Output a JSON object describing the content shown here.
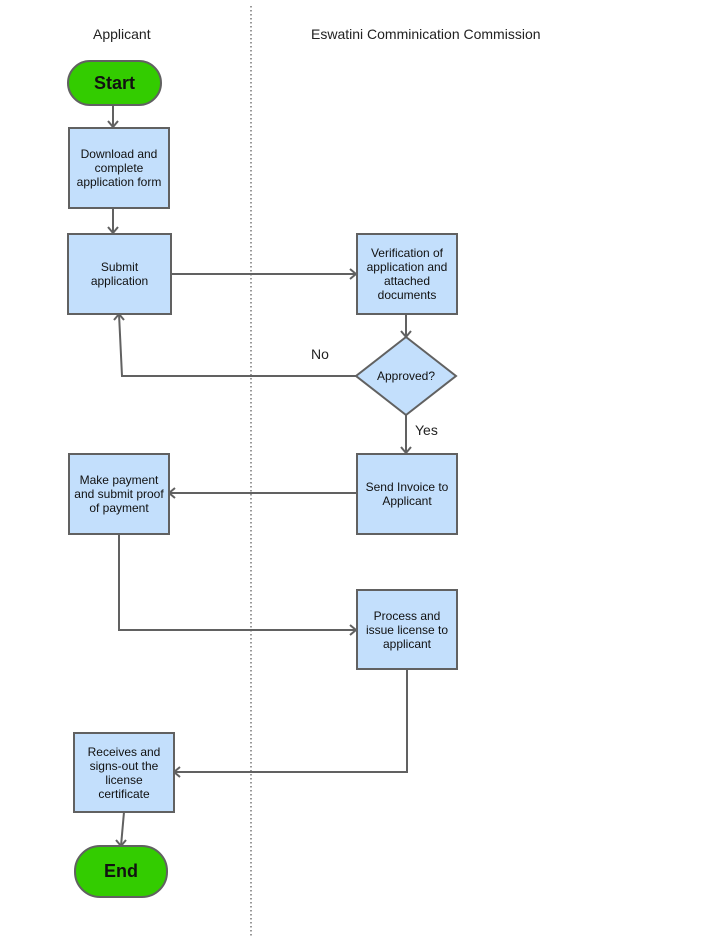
{
  "lanes": {
    "applicant": "Applicant",
    "commission": "Eswatini Comminication Commission"
  },
  "nodes": {
    "start": "Start",
    "download": "Download and complete application form",
    "submit": "Submit application",
    "verification": "Verification of application and attached documents",
    "approved": "Approved?",
    "invoice": "Send Invoice to Applicant",
    "payment": "Make payment and submit proof of payment",
    "process": "Process and issue license to applicant",
    "receives": "Receives and signs-out the license certificate",
    "end": "End"
  },
  "edge_labels": {
    "no": "No",
    "yes": "Yes"
  },
  "colors": {
    "process_fill": "#c3dffc",
    "terminal_fill": "#33cc00",
    "stroke": "#616161"
  }
}
